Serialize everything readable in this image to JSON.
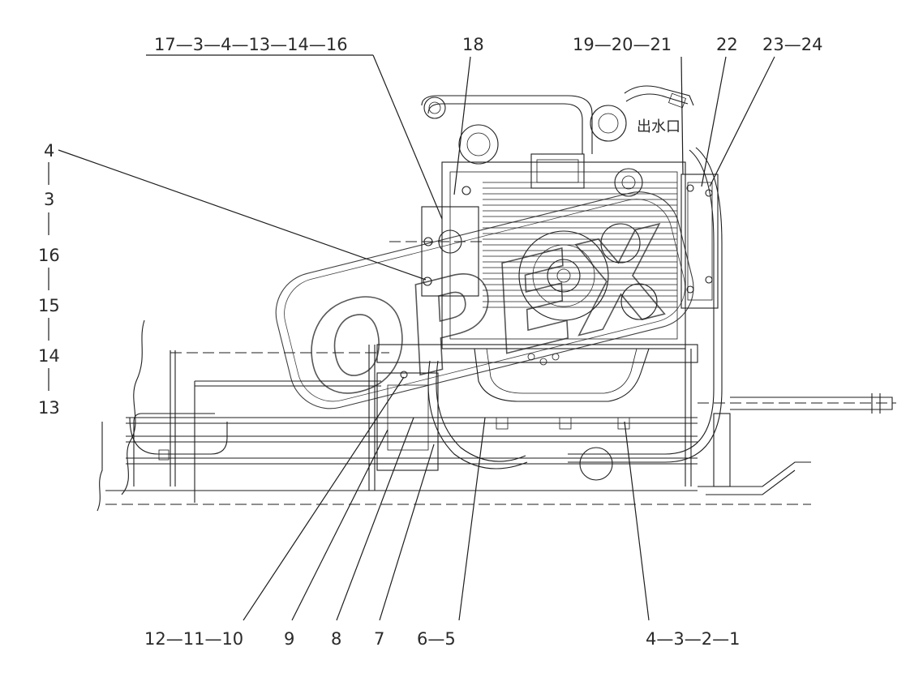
{
  "top_callouts": {
    "group_a": "17—3—4—13—14—16",
    "group_b": "18",
    "group_c": "19—20—21",
    "group_d": "22",
    "group_e": "23—24"
  },
  "left_callouts": [
    "4",
    "3",
    "16",
    "15",
    "14",
    "13"
  ],
  "bottom_callouts": {
    "group_a": "12—11—10",
    "item_9": "9",
    "item_8": "8",
    "item_7": "7",
    "group_b": "6—5",
    "group_c": "4—3—2—1"
  },
  "drawing_text": {
    "outlet_label": "出水口",
    "watermark": "OPEX"
  },
  "colors": {
    "line": "#1e1e1e",
    "text": "#2a2a2a",
    "background": "#ffffff"
  }
}
